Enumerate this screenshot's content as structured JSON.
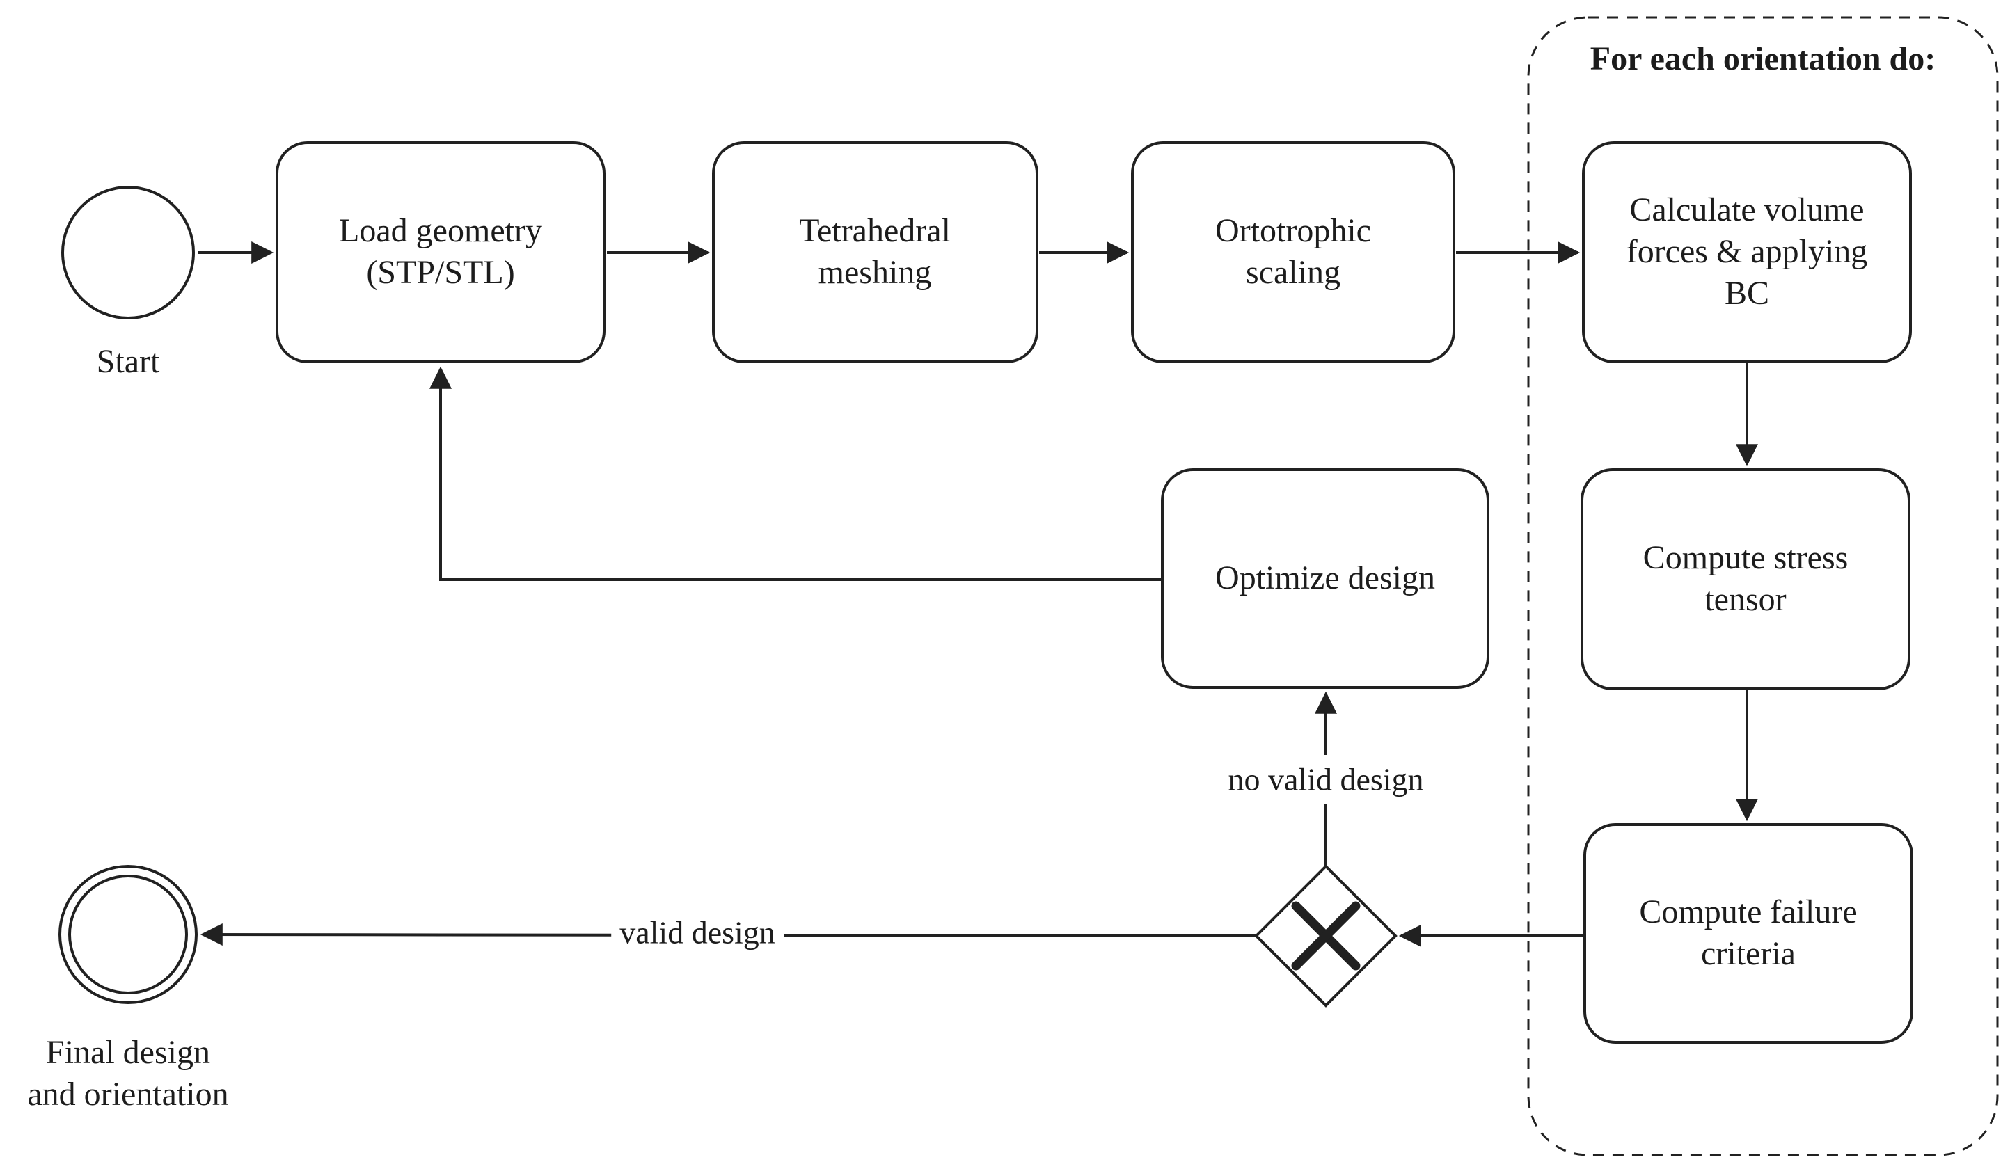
{
  "flowchart": {
    "start_label": "Start",
    "end_label": "Final design\nand orientation",
    "loop_title": "For each orientation do:",
    "tasks": {
      "load_geometry": "Load geometry\n(STP/STL)",
      "tetrahedral_meshing": "Tetrahedral\nmeshing",
      "ortotrophic_scaling": "Ortotrophic\nscaling",
      "calculate_volume_forces": "Calculate volume\nforces & applying\nBC",
      "compute_stress_tensor": "Compute stress\ntensor",
      "compute_failure_criteria": "Compute failure\ncriteria",
      "optimize_design": "Optimize design"
    },
    "edge_labels": {
      "no_valid_design": "no valid design",
      "valid_design": "valid design"
    },
    "gateway": {
      "type": "exclusive-gateway",
      "symbol": "X"
    },
    "colors": {
      "stroke": "#212121",
      "text": "#1c1c1c",
      "background": "#ffffff"
    }
  }
}
